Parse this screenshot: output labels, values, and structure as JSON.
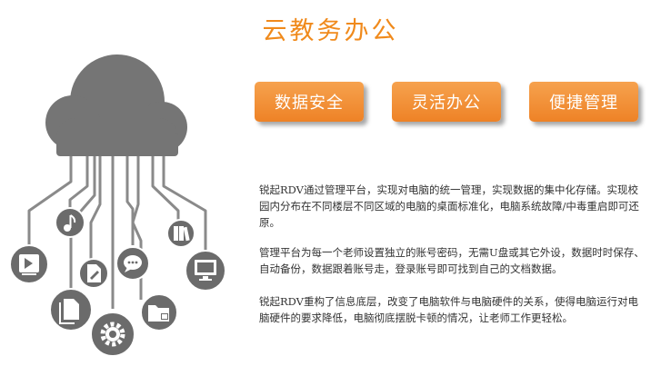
{
  "title": "云教务办公",
  "features": [
    "数据安全",
    "灵活办公",
    "便捷管理"
  ],
  "paragraphs": [
    "锐起RDV通过管理平台，实现对电脑的统一管理，实现数据的集中化存储。实现校园内分布在不同楼层不同区域的电脑的桌面标准化，电脑系统故障/中毒重启即可还原。",
    "管理平台为每一个老师设置独立的账号密码，无需U盘或其它外设，数据时时保存、自动备份，数据跟着账号走，登录账号即可找到自己的文档数据。",
    "锐起RDV重构了信息底层，改变了电脑软件与电脑硬件的关系，使得电脑运行对电脑硬件的要求降低，电脑彻底摆脱卡顿的情况，让老师工作更轻松。"
  ],
  "colors": {
    "accent": "#f08a1c",
    "cloud": "#757575",
    "node": "#6b6b6b"
  },
  "icons": [
    "video-player-icon",
    "music-note-icon",
    "document-icon",
    "edit-file-icon",
    "chat-icon",
    "gear-icon",
    "book-icon",
    "folder-lock-icon",
    "monitor-icon"
  ]
}
